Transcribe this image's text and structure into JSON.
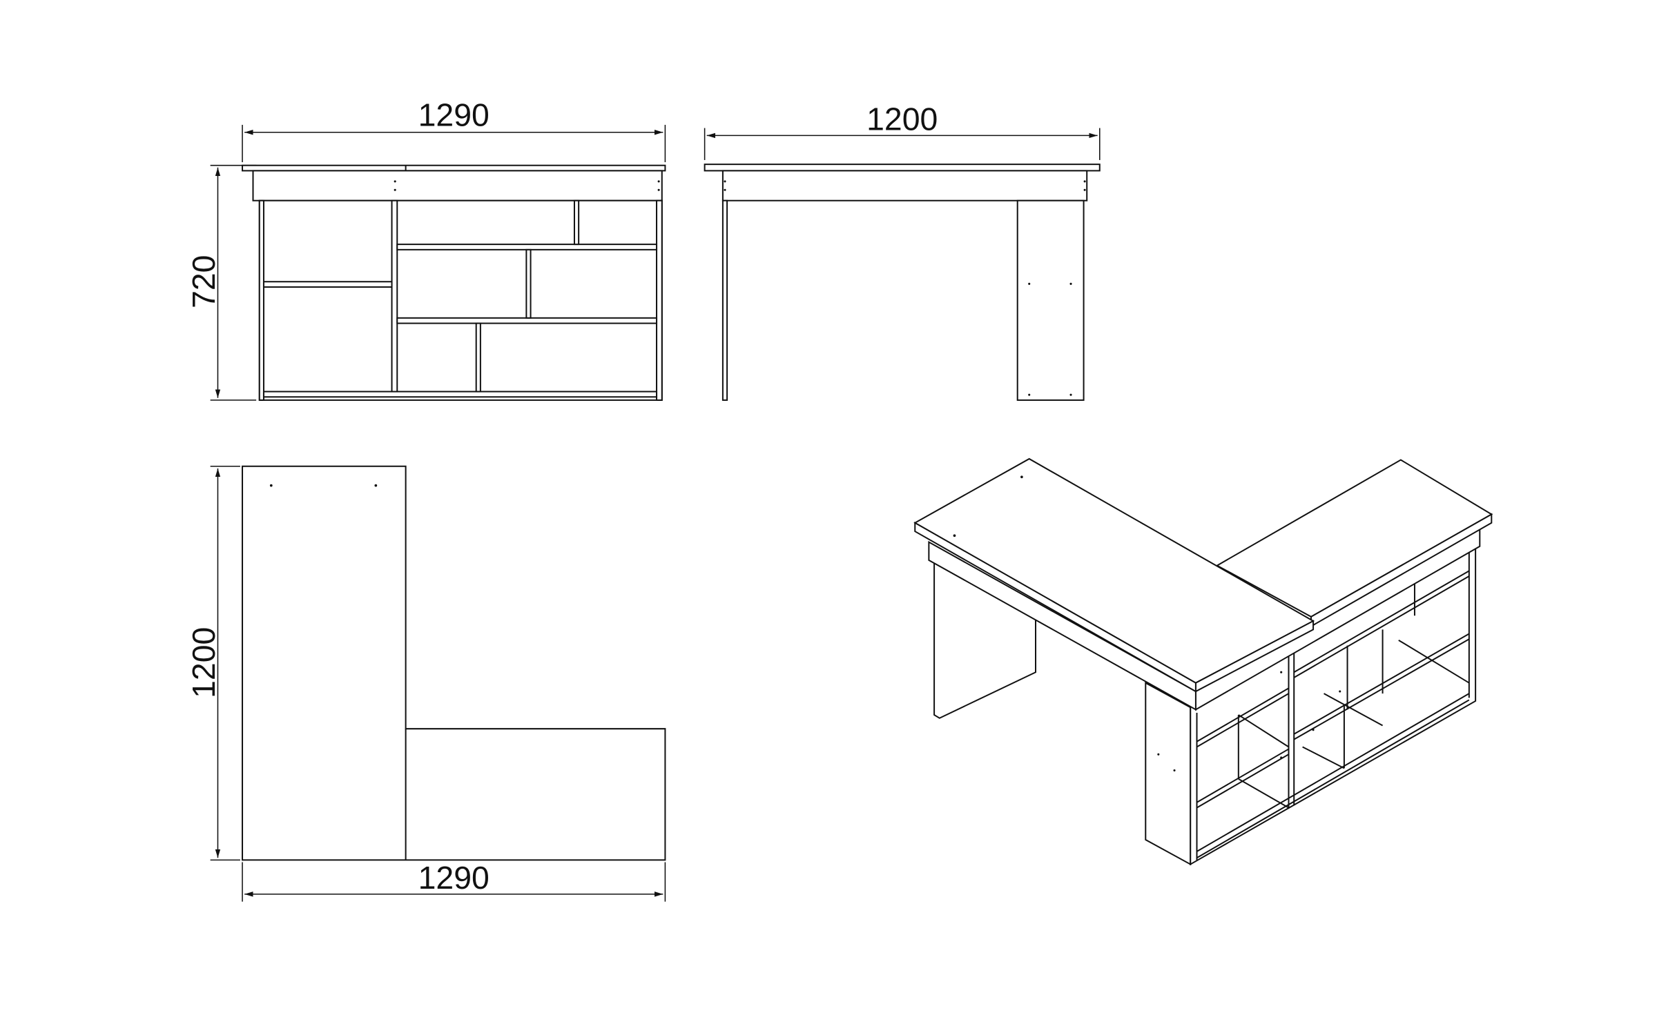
{
  "drawing": {
    "front_view": {
      "width_label": "1290",
      "height_label": "720"
    },
    "side_view": {
      "depth_label": "1200"
    },
    "top_view": {
      "length_label": "1200",
      "width_label": "1290"
    },
    "isometric_view": {}
  },
  "colors": {
    "line": "#111111",
    "background": "#ffffff"
  }
}
